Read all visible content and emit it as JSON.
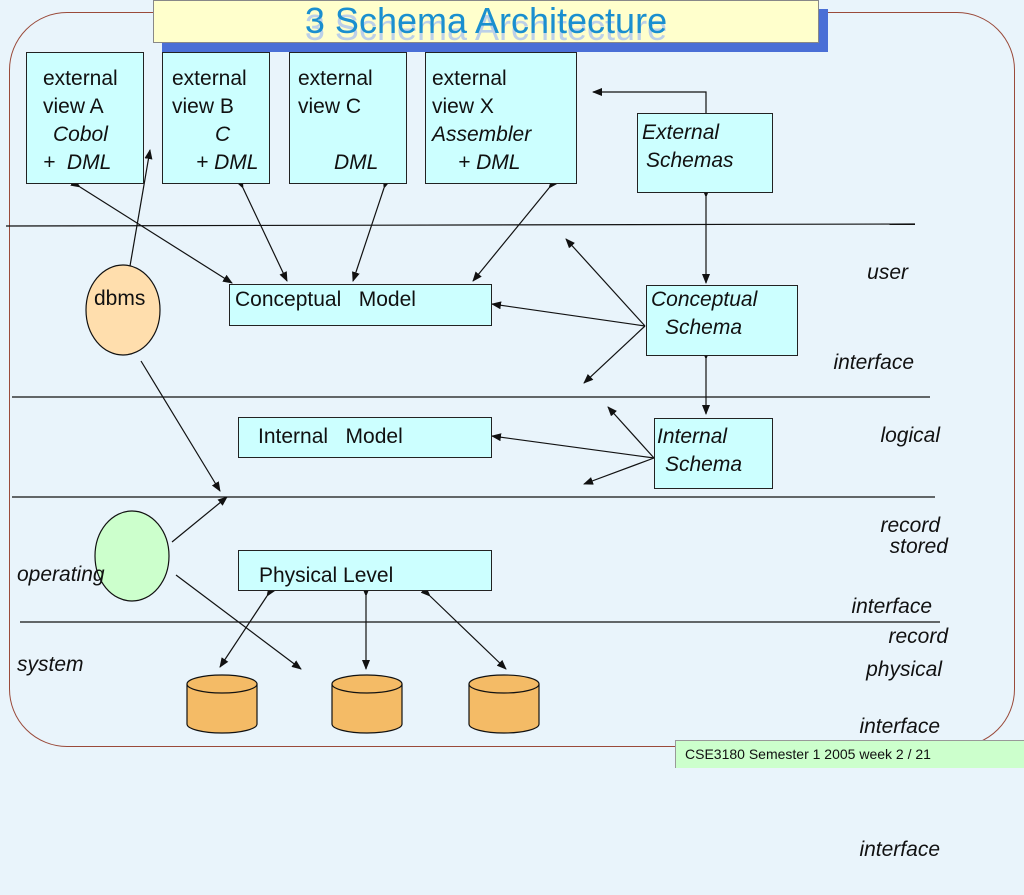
{
  "title": "3 Schema Architecture",
  "external_views": [
    {
      "lines": [
        "external",
        "view A",
        "Cobol",
        "+  DML"
      ]
    },
    {
      "lines": [
        "external",
        "view B",
        "C",
        "+ DML"
      ]
    },
    {
      "lines": [
        "external",
        "view C",
        "",
        "DML"
      ]
    },
    {
      "lines": [
        "external",
        "view X",
        "Assembler",
        "+ DML"
      ]
    }
  ],
  "schemas": {
    "external": [
      "External",
      "Schemas"
    ],
    "conceptual": [
      "Conceptual",
      "Schema"
    ],
    "internal": [
      "Internal",
      "Schema"
    ]
  },
  "models": {
    "conceptual": "Conceptual   Model",
    "internal": "Internal   Model",
    "physical": "Physical Level"
  },
  "nodes": {
    "dbms": "dbms",
    "os": [
      "operating",
      "system"
    ]
  },
  "interfaces": {
    "user": [
      "user",
      "interface"
    ],
    "logical": [
      "logical",
      "record",
      "interface"
    ],
    "stored": [
      "stored",
      "record",
      "interface"
    ],
    "physical": [
      "physical",
      "record",
      "interface"
    ]
  },
  "colors": {
    "box_fill": "#ccffff",
    "dbms_fill": "#ffdead",
    "os_fill": "#ccffcc",
    "cylinder_fill": "#f4bb66",
    "frame": "#9a4a3a",
    "title_text": "#1a8fcf",
    "background": "#e9f4fb"
  },
  "footer": "CSE3180 Semester 1 2005  week 2 / 21"
}
